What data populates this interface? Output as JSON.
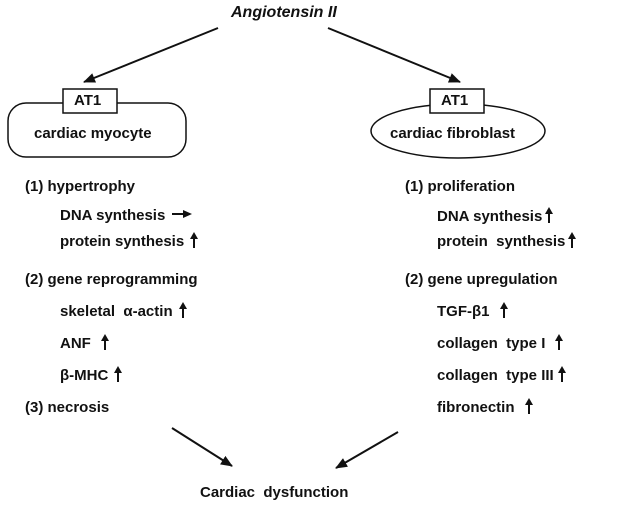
{
  "title": "Angiotensin II",
  "outcome": "Cardiac  dysfunction",
  "left": {
    "receptor": "AT1",
    "cell": "cardiac myocyte",
    "s1": "(1) hypertrophy",
    "s1_items": [
      "DNA synthesis",
      "protein synthesis"
    ],
    "s2": "(2) gene reprogramming",
    "s2_items": [
      "skeletal  α-actin",
      "ANF",
      "β-MHC"
    ],
    "s3": "(3) necrosis"
  },
  "right": {
    "receptor": "AT1",
    "cell": "cardiac fibroblast",
    "s1": "(1) proliferation",
    "s1_items": [
      "DNA synthesis",
      "protein  synthesis"
    ],
    "s2": "(2) gene upregulation",
    "s2_items": [
      "TGF-β1",
      "collagen  type I",
      "collagen  type III",
      "fibronectin"
    ]
  },
  "arrow_icons": {
    "up": "up-arrow-icon",
    "right": "right-arrow-icon"
  }
}
